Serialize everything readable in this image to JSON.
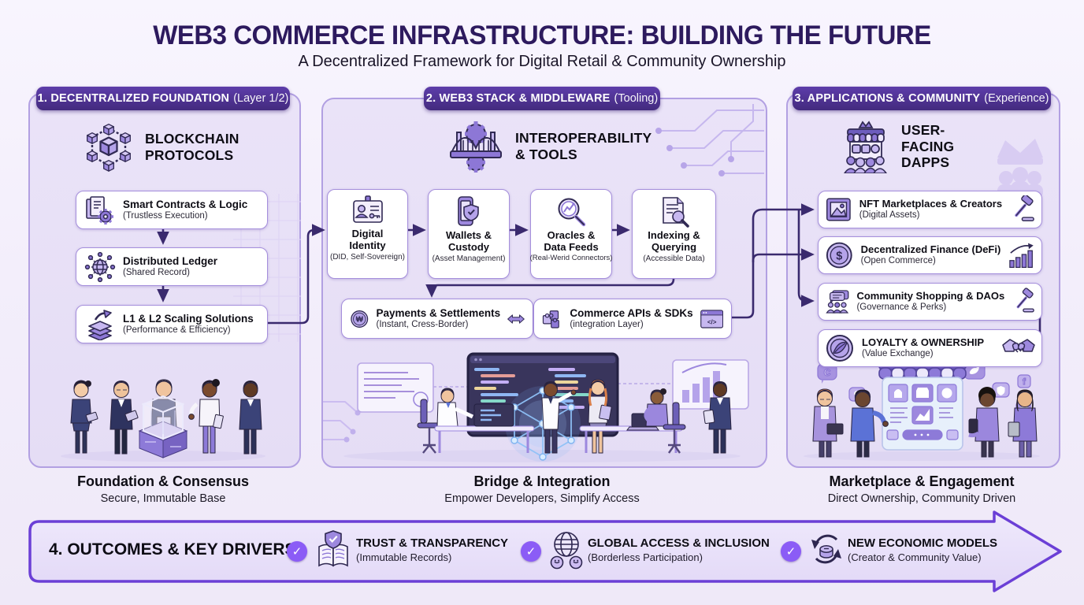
{
  "title": "WEB3 COMMERCE INFRASTRUCTURE: BUILDING THE FUTURE",
  "subtitle": "A Decentralized Framework for Digital Retail & Community Ownership",
  "colors": {
    "accent": "#6d46cf",
    "header_pill": "#4b2d8c",
    "panel_fill": "#e9e2f7",
    "panel_border": "#b2a0e2",
    "box_border": "#a58fdc",
    "connector": "#3a2a6e",
    "check_circle": "#8b5cf6",
    "title_text": "#2d1a5e"
  },
  "glyphs": {
    "check": "✓",
    "won": "₩",
    "dollar": "$",
    "code": "</>",
    "facebook": "f",
    "coin": "C"
  },
  "columns": [
    {
      "header": "1. DECENTRALIZED FOUNDATION",
      "header_suffix": "(Layer 1/2)",
      "section_title": "BLOCKCHAIN PROTOCOLS",
      "section_icon": "blockchain-network-icon",
      "boxes": [
        {
          "title": "Smart Contracts & Logic",
          "subtitle": "(Trustless Execution)",
          "icon": "contract-gear-icon"
        },
        {
          "title": "Distributed Ledger",
          "subtitle": "(Shared Record)",
          "icon": "globe-network-icon"
        },
        {
          "title": "L1 & L2 Scaling Solutions",
          "subtitle": "(Performance & Efficiency)",
          "icon": "layers-scaling-icon"
        }
      ],
      "caption": {
        "title": "Foundation & Consensus",
        "subtitle": "Secure, Immutable Base"
      }
    },
    {
      "header": "2. WEB3 STACK & MIDDLEWARE",
      "header_suffix": "(Tooling)",
      "section_title": "INTEROPERABILITY & TOOLS",
      "section_icon": "bridge-gears-icon",
      "row1": [
        {
          "title": "Digital Identity",
          "subtitle": "(DID, Self-Sovereign)",
          "icon": "id-card-icon"
        },
        {
          "title": "Wallets & Custody",
          "subtitle": "(Asset Management)",
          "icon": "phone-shield-icon"
        },
        {
          "title": "Oracles & Data Feeds",
          "subtitle": "(Real-Werid Connectors)",
          "icon": "magnifier-chart-icon"
        },
        {
          "title": "Indexing & Querying",
          "subtitle": "(Accessible Data)",
          "icon": "document-search-icon"
        }
      ],
      "row2": [
        {
          "title": "Payments & Settlements",
          "subtitle": "(Instant, Cress-Border)",
          "icon": "won-coin-icon",
          "icon_right": "swap-arrows-icon"
        },
        {
          "title": "Commerce APIs & SDKs",
          "subtitle": "(integration Layer)",
          "icon": "puzzle-icon",
          "icon_right": "code-window-icon"
        }
      ],
      "caption": {
        "title": "Bridge & Integration",
        "subtitle": "Empower Developers, Simplify Access"
      }
    },
    {
      "header": "3. APPLICATIONS & COMMUNITY",
      "header_suffix": "(Experience)",
      "section_title": "USER-FACING DAPPS",
      "section_icon": "storefront-crown-icon",
      "boxes": [
        {
          "title": "NFT Marketplaces & Creators",
          "subtitle": "(Digital Assets)",
          "icon": "picture-frame-icon",
          "icon_right": "gavel-icon"
        },
        {
          "title": "Decentralized Finance (DeFi)",
          "subtitle": "(Open Commerce)",
          "icon": "dollar-coin-icon",
          "icon_right": "growth-chart-icon"
        },
        {
          "title": "Community Shopping & DAOs",
          "subtitle": "(Governance & Perks)",
          "icon": "community-chat-icon",
          "icon_right": "gavel-icon"
        },
        {
          "title": "LOYALTY & OWNERSHIP",
          "subtitle": "(Value Exchange)",
          "icon": "token-leaf-icon",
          "icon_right": "handshake-icon"
        }
      ],
      "caption": {
        "title": "Marketplace & Engagement",
        "subtitle": "Direct Ownership, Community Driven"
      }
    }
  ],
  "outcomes": {
    "label": "4. OUTCOMES & KEY DRIVERS",
    "items": [
      {
        "title": "TRUST & TRANSPARENCY",
        "subtitle": "(Immutable Records)",
        "icon": "ledger-shield-icon"
      },
      {
        "title": "GLOBAL ACCESS & INCLUSION",
        "subtitle": "(Borderless Participation)",
        "icon": "globe-people-icon"
      },
      {
        "title": "NEW ECONOMIC MODELS",
        "subtitle": "(Creator & Community Value)",
        "icon": "circular-economy-icon"
      }
    ]
  }
}
